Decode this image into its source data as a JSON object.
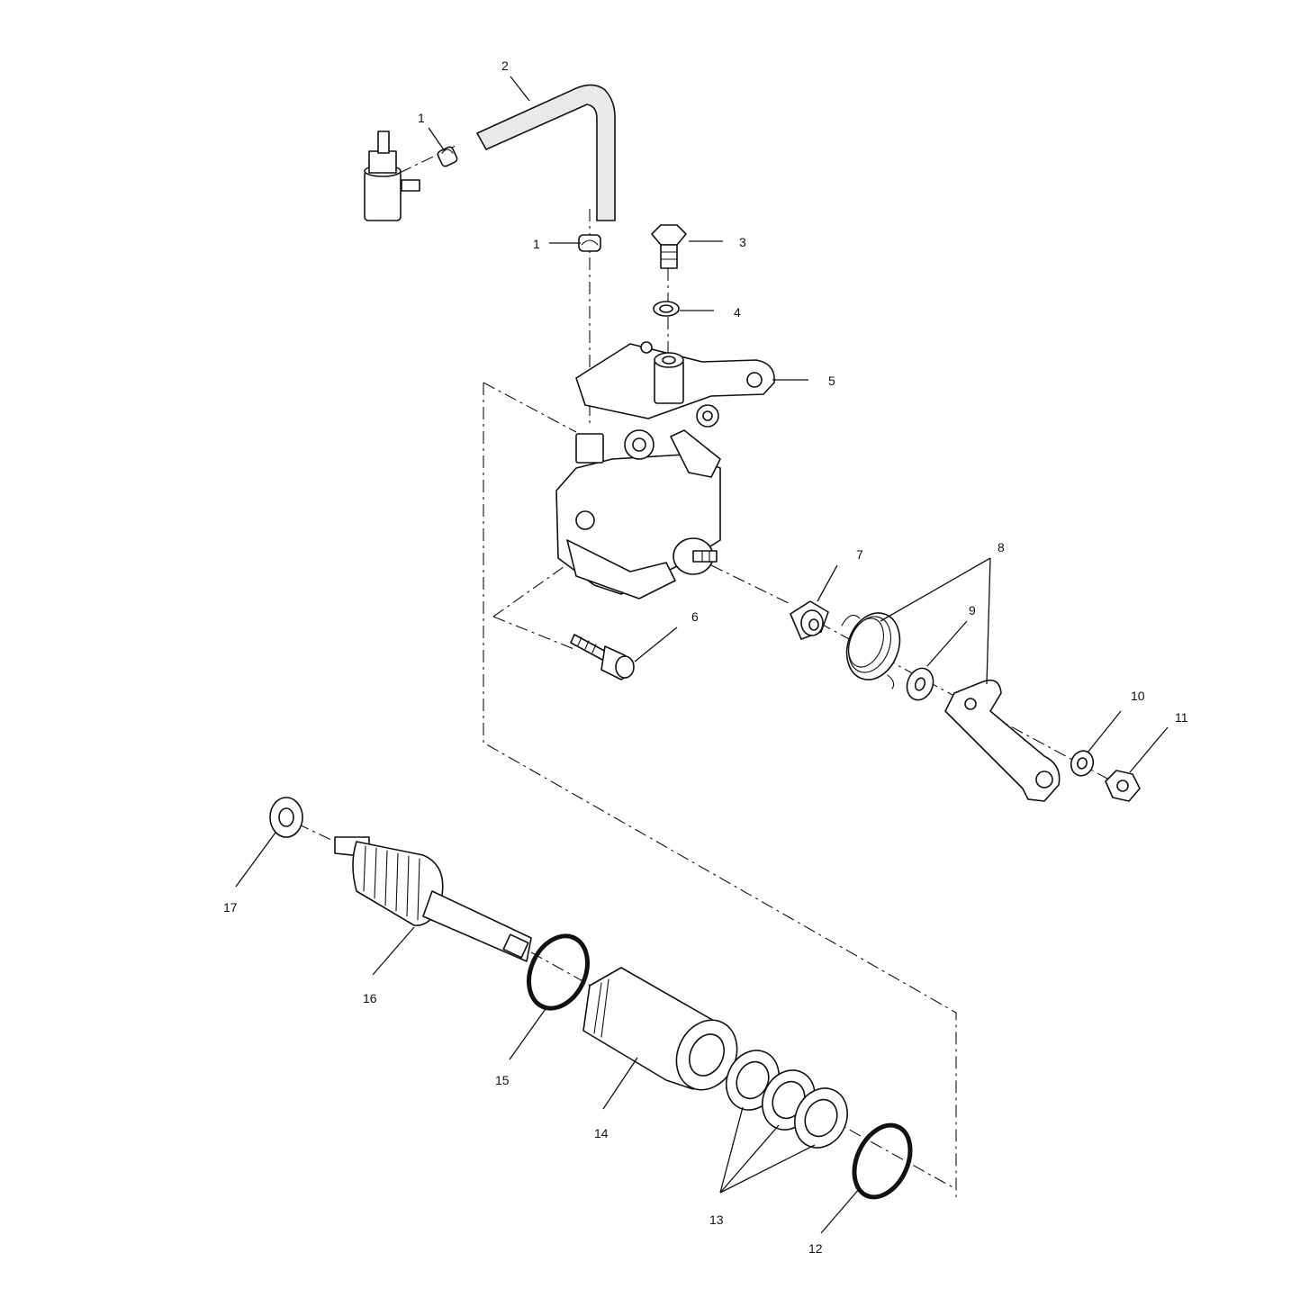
{
  "callouts": {
    "c1a": "1",
    "c1b": "1",
    "c2": "2",
    "c3": "3",
    "c4": "4",
    "c5": "5",
    "c6": "6",
    "c7": "7",
    "c8": "8",
    "c9": "9",
    "c10": "10",
    "c11": "11",
    "c12": "12",
    "c13": "13",
    "c14": "14",
    "c15": "15",
    "c16": "16",
    "c17": "17"
  }
}
